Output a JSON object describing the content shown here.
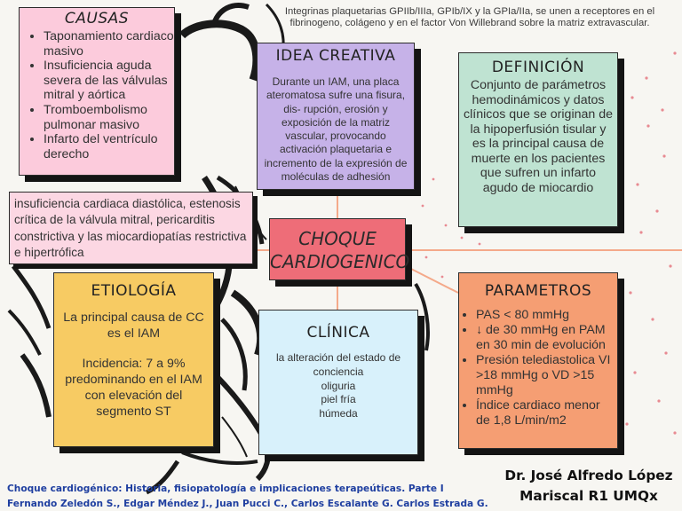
{
  "causas": {
    "title": "CAUSAS",
    "items": [
      "Taponamiento cardiaco masivo",
      "Insuficiencia aguda severa de las válvulas mitral y aórtica",
      "Tromboembolismo pulmonar masivo",
      "Infarto del ventrículo derecho"
    ]
  },
  "integrinas": "Integrinas plaquetarias GPIIb/IIIa, GPIb/IX y la GPIa/IIa, se  unen a receptores en el fibrinogeno, colágeno y en el factor Von Willebrand sobre la matriz extravascular.",
  "idea": {
    "title": "IDEA CREATIVA",
    "body": "Durante un IAM, una placa ateromatosa sufre una fisura, dis- rupción, erosión y exposición de la matriz vascular, provocando activación plaquetaria e incremento de la expresión de moléculas de adhesión"
  },
  "definicion": {
    "title": "DEFINICIÓN",
    "body": "Conjunto de parámetros hemodinámicos y datos clínicos que se originan de la hipoperfusión tisular y es la principal causa de muerte en los pacientes que sufren un infarto agudo de miocardio"
  },
  "insuficiencia": "insuficiencia cardiaca diastólica, estenosis crítica de la válvula mitral, pericarditis constrictiva y las miocardiopatías restrictiva e hipertrófica",
  "central": {
    "line1": "CHOQUE",
    "line2": "CARDIOGENICO"
  },
  "etiologia": {
    "title": "ETIOLOGÍA",
    "p1": "La principal causa de CC es el IAM",
    "p2": "Incidencia:  7 a 9% predominando en el IAM con elevación del segmento ST"
  },
  "clinica": {
    "title": "CLÍNICA",
    "items": [
      "la alteración del estado de conciencia",
      "oliguria",
      "piel fría",
      "húmeda"
    ]
  },
  "parametros": {
    "title": "PARAMETROS",
    "items": [
      "PAS < 80 mmHg",
      "↓ de 30 mmHg en PAM en 30 min de evolución",
      "Presión telediastolica VI >18 mmHg o VD >15 mmHg",
      "Índice cardiaco menor de 1,8 L/min/m2"
    ]
  },
  "author": {
    "line1": "Dr. José Alfredo López",
    "line2": "Mariscal R1 UMQx"
  },
  "reference": {
    "line1": "Choque cardiogénico: Historia, fisiopatología e implicaciones terapeúticas. Parte I",
    "line2": "Fernando Zeledón S., Edgar Méndez J., Juan Pucci C., Carlos Escalante G. Carlos Estrada G."
  },
  "colors": {
    "causas": "#fccbdc",
    "idea": "#c6b2e8",
    "definicion": "#bfe3d2",
    "insuficiencia": "#fcd7e3",
    "central": "#ee6d78",
    "etiologia": "#f7cb63",
    "clinica": "#d8f1fb",
    "parametros": "#f59e73",
    "connector": "#f4a98a",
    "reference": "#1f3fa0"
  },
  "icons": {
    "background": "anatomical-heart-sketch",
    "decoration": "small-hearts"
  }
}
